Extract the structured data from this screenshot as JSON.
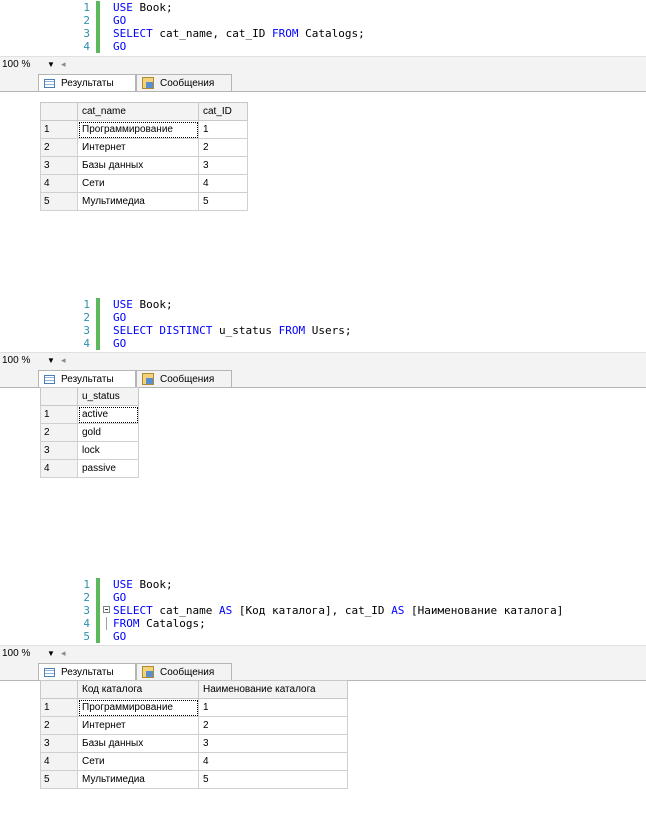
{
  "panels": [
    {
      "code": [
        {
          "n": "1",
          "parts": [
            [
              "kw",
              "USE"
            ],
            [
              "t",
              " Book;"
            ]
          ]
        },
        {
          "n": "2",
          "parts": [
            [
              "kw",
              "GO"
            ]
          ]
        },
        {
          "n": "3",
          "parts": [
            [
              "kw",
              "SELECT"
            ],
            [
              "t",
              " cat_name, cat_ID "
            ],
            [
              "kw",
              "FROM"
            ],
            [
              "t",
              " Catalogs;"
            ]
          ]
        },
        {
          "n": "4",
          "parts": [
            [
              "kw",
              "GO"
            ]
          ]
        }
      ],
      "zoom": "100 %",
      "tabs": {
        "results": "Результаты",
        "messages": "Сообщения"
      },
      "columns": [
        "cat_name",
        "cat_ID"
      ],
      "rows": [
        {
          "num": "1",
          "cells": [
            "Программирование",
            "1"
          ]
        },
        {
          "num": "2",
          "cells": [
            "Интернет",
            "2"
          ]
        },
        {
          "num": "3",
          "cells": [
            "Базы данных",
            "3"
          ]
        },
        {
          "num": "4",
          "cells": [
            "Сети",
            "4"
          ]
        },
        {
          "num": "5",
          "cells": [
            "Мультимедиа",
            "5"
          ]
        }
      ]
    },
    {
      "code": [
        {
          "n": "1",
          "parts": [
            [
              "kw",
              "USE"
            ],
            [
              "t",
              " Book;"
            ]
          ]
        },
        {
          "n": "2",
          "parts": [
            [
              "kw",
              "GO"
            ]
          ]
        },
        {
          "n": "3",
          "parts": [
            [
              "kw",
              "SELECT DISTINCT"
            ],
            [
              "t",
              " u_status "
            ],
            [
              "kw",
              "FROM"
            ],
            [
              "t",
              " Users;"
            ]
          ]
        },
        {
          "n": "4",
          "parts": [
            [
              "kw",
              "GO"
            ]
          ]
        }
      ],
      "zoom": "100 %",
      "tabs": {
        "results": "Результаты",
        "messages": "Сообщения"
      },
      "columns": [
        "u_status"
      ],
      "rows": [
        {
          "num": "1",
          "cells": [
            "active"
          ]
        },
        {
          "num": "2",
          "cells": [
            "gold"
          ]
        },
        {
          "num": "3",
          "cells": [
            "lock"
          ]
        },
        {
          "num": "4",
          "cells": [
            "passive"
          ]
        }
      ]
    },
    {
      "code": [
        {
          "n": "1",
          "parts": [
            [
              "kw",
              "USE"
            ],
            [
              "t",
              " Book;"
            ]
          ]
        },
        {
          "n": "2",
          "parts": [
            [
              "kw",
              "GO"
            ]
          ]
        },
        {
          "n": "3",
          "parts": [
            [
              "kw",
              "SELECT"
            ],
            [
              "t",
              " cat_name "
            ],
            [
              "kw",
              "AS"
            ],
            [
              "t",
              " [Код каталога], cat_ID "
            ],
            [
              "kw",
              "AS"
            ],
            [
              "t",
              " [Наименование каталога]"
            ]
          ],
          "collapse": "open"
        },
        {
          "n": "4",
          "parts": [
            [
              "kw",
              "FROM"
            ],
            [
              "t",
              " Catalogs;"
            ]
          ],
          "collapse": "line"
        },
        {
          "n": "5",
          "parts": [
            [
              "kw",
              "GO"
            ]
          ]
        }
      ],
      "zoom": "100 %",
      "tabs": {
        "results": "Результаты",
        "messages": "Сообщения"
      },
      "columns": [
        "Код каталога",
        "Наименование каталога"
      ],
      "rows": [
        {
          "num": "1",
          "cells": [
            "Программирование",
            "1"
          ]
        },
        {
          "num": "2",
          "cells": [
            "Интернет",
            "2"
          ]
        },
        {
          "num": "3",
          "cells": [
            "Базы данных",
            "3"
          ]
        },
        {
          "num": "4",
          "cells": [
            "Сети",
            "4"
          ]
        },
        {
          "num": "5",
          "cells": [
            "Мультимедиа",
            "5"
          ]
        }
      ]
    }
  ]
}
